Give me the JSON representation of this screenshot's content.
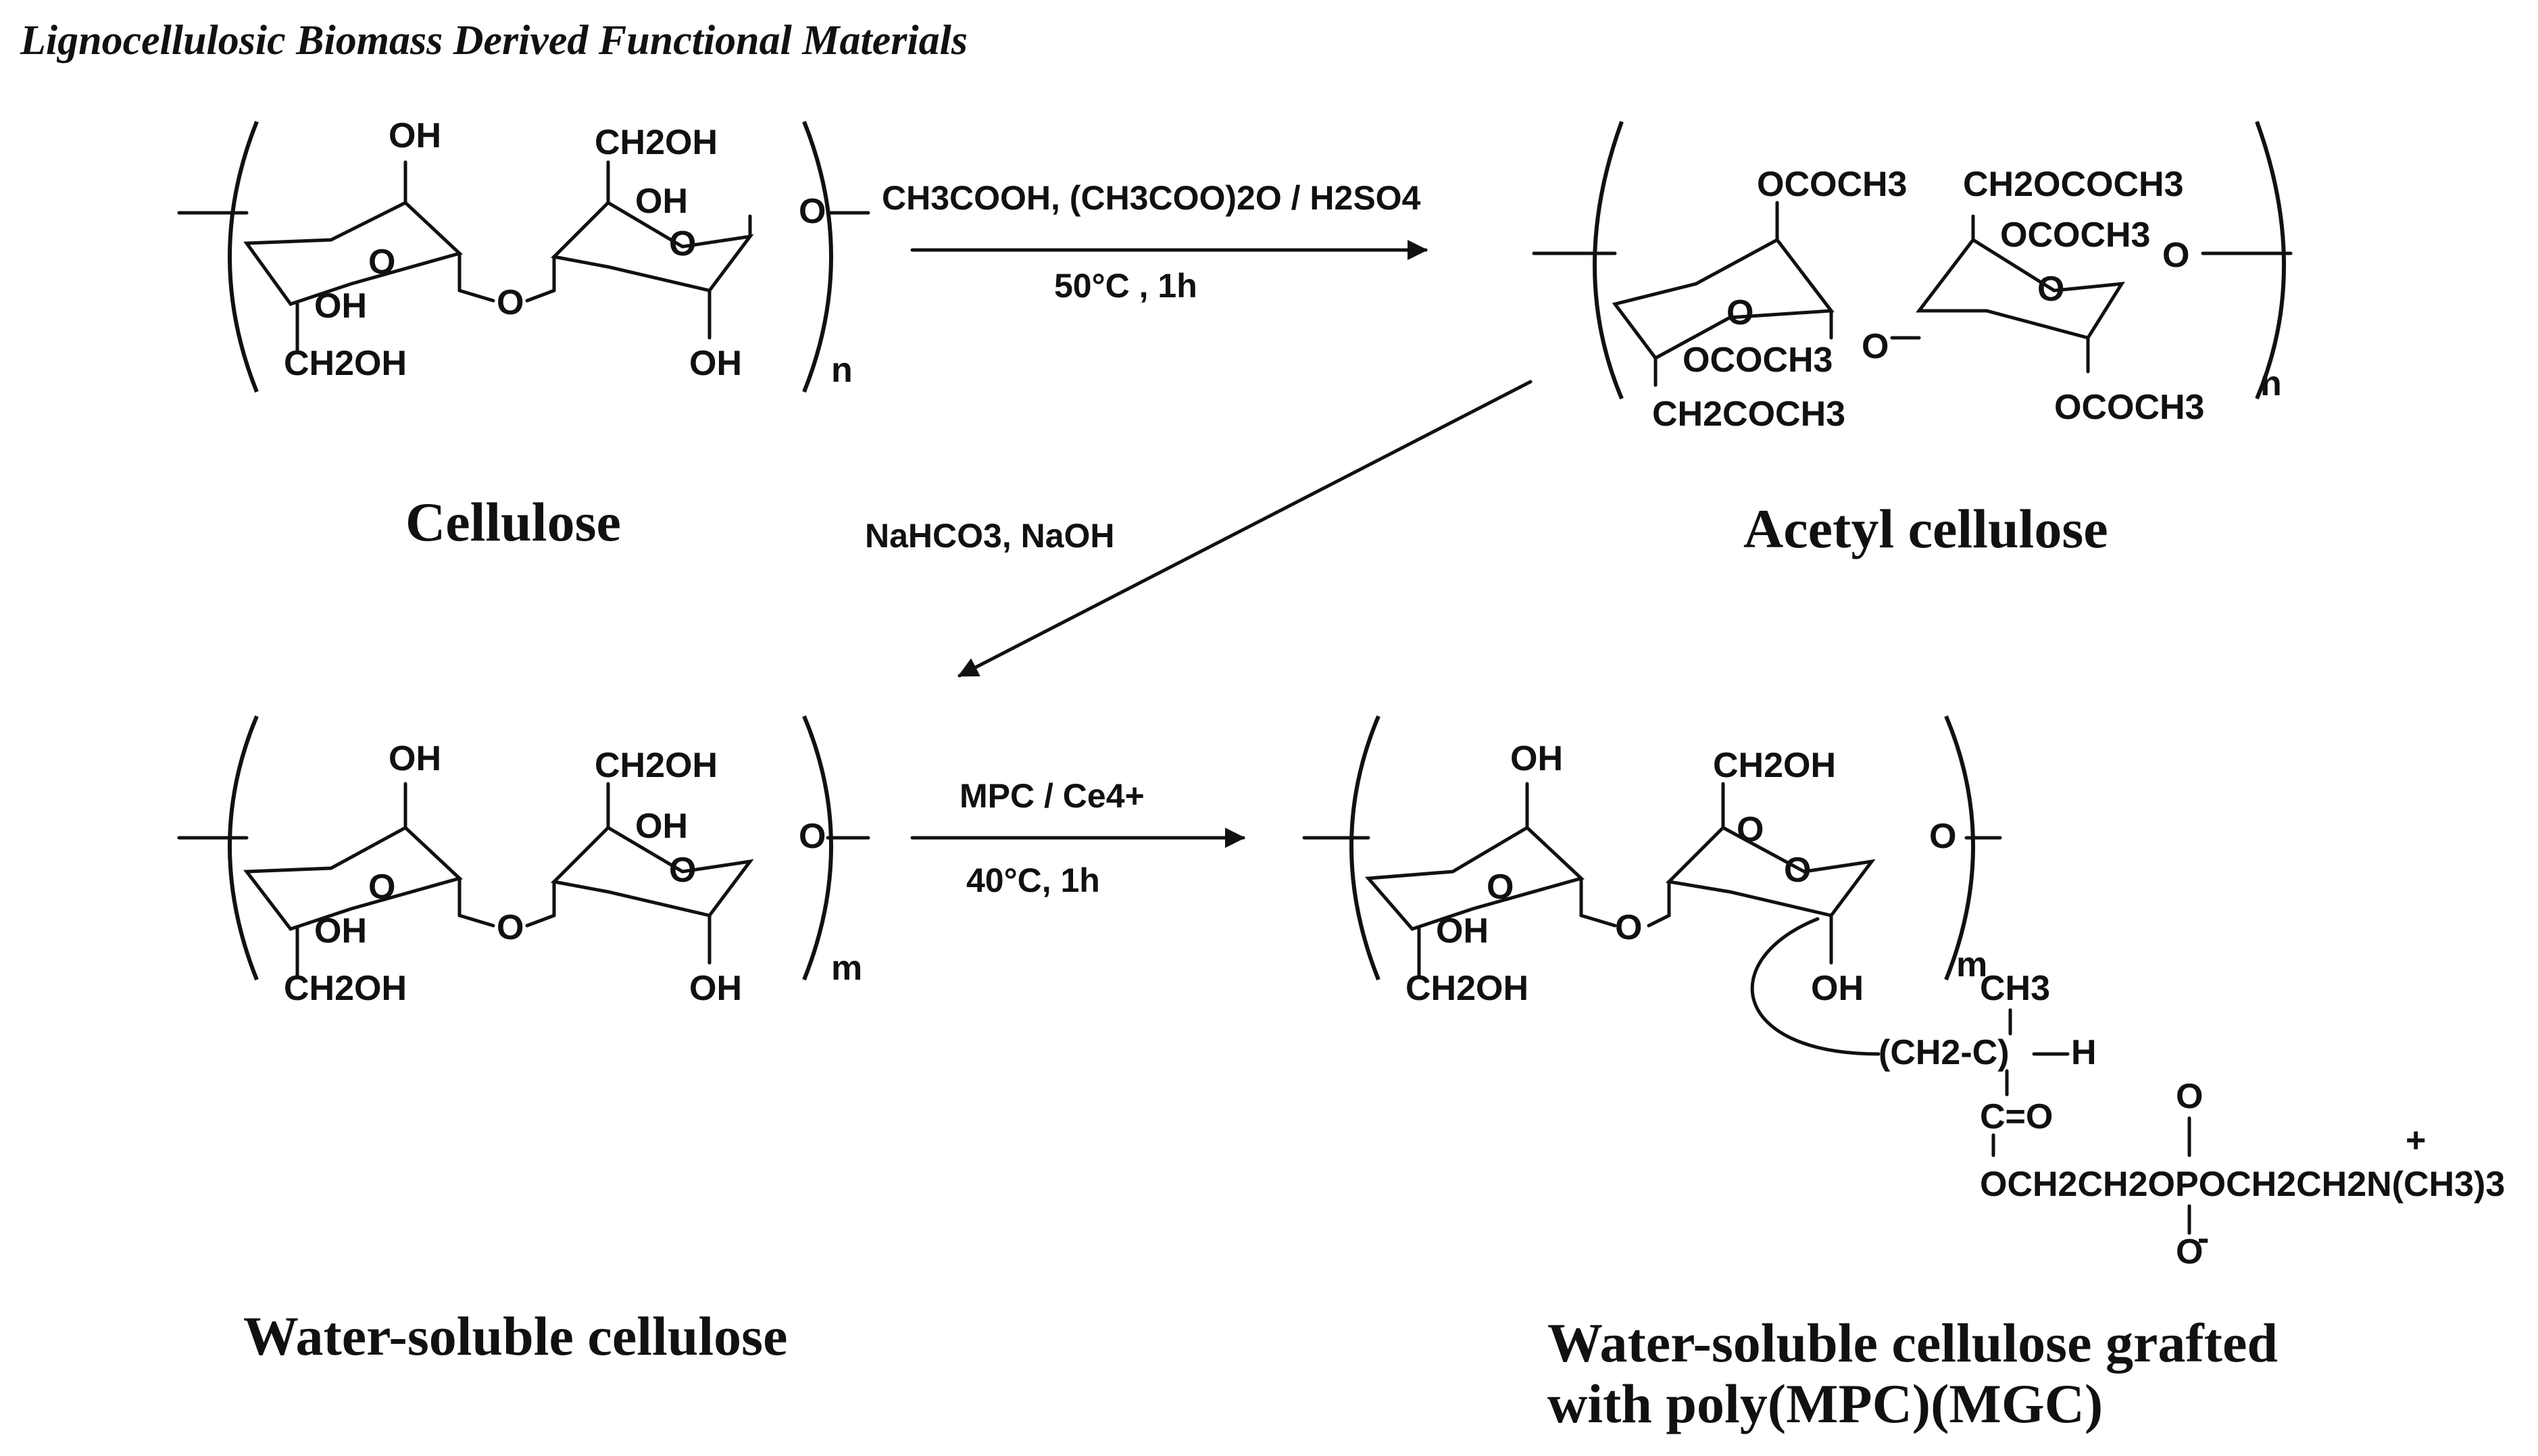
{
  "header": "Lignocellulosic Biomass Derived Functional Materials",
  "compounds": {
    "cellulose": {
      "name": "Cellulose",
      "repeat": "n",
      "groups": {
        "oh_top": "OH",
        "ch2oh_top": "CH2OH",
        "oh_mid_right": "OH",
        "oh_left": "OH",
        "ch2oh_bottom": "CH2OH",
        "oh_bottom": "OH",
        "ring_o1": "O",
        "ring_o2": "O",
        "bridge_o": "O",
        "end_o": "O"
      }
    },
    "acetyl_cellulose": {
      "name": "Acetyl cellulose",
      "repeat": "n",
      "groups": {
        "top1": "OCOCH3",
        "top2": "CH2OCOCH3",
        "top3": "OCOCH3",
        "left": "OCOCH3",
        "bottom1": "CH2COCH3",
        "bottom2": "OCOCH3",
        "ring_o1": "O",
        "ring_o2": "O",
        "bridge_o": "O",
        "end_o": "O"
      }
    },
    "water_soluble": {
      "name": "Water-soluble cellulose",
      "repeat": "m",
      "groups": {
        "oh_top": "OH",
        "ch2oh_top": "CH2OH",
        "oh_mid_right": "OH",
        "oh_left": "OH",
        "ch2oh_bottom": "CH2OH",
        "oh_bottom": "OH",
        "ring_o1": "O",
        "ring_o2": "O",
        "bridge_o": "O",
        "end_o": "O"
      }
    },
    "grafted": {
      "name_line1": "Water-soluble cellulose grafted",
      "name_line2": "with poly(MPC)(MGC)",
      "repeat": "m",
      "groups": {
        "oh_top": "OH",
        "ch2oh_top": "CH2OH",
        "oh_left": "OH",
        "ch2oh_bottom": "CH2OH",
        "oh_bottom": "OH",
        "ring_o1": "O",
        "ring_o2": "O",
        "ring_o3": "O",
        "bridge_o": "O",
        "end_o": "O"
      },
      "side_chain": {
        "ch3": "CH3",
        "backbone": "(CH2-C)",
        "h": "H",
        "carbonyl": "C=O",
        "ester": "OCH2CH2OPOCH2CH2N(CH3)3",
        "p_top_o": "O",
        "p_bottom_o": "O",
        "charge_plus": "+",
        "charge_minus": "-"
      }
    }
  },
  "reactions": {
    "step1": {
      "reagents": "CH3COOH, (CH3COO)2O / H2SO4",
      "conditions": "50°C  , 1h"
    },
    "step2": {
      "reagents": "NaHCO3, NaOH"
    },
    "step3": {
      "reagents": "MPC / Ce4+",
      "conditions": "40°C, 1h"
    }
  }
}
